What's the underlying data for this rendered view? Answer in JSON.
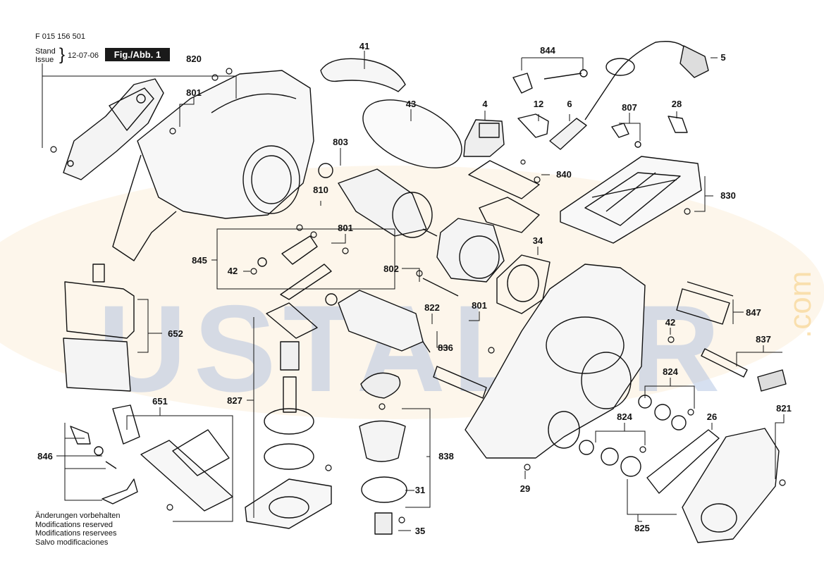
{
  "header": {
    "doc_number": "F 015 156 501",
    "stand_label": "Stand",
    "issue_label": "Issue",
    "date": "12-07-06",
    "figure_label": "Fig./Abb. 1"
  },
  "notes": [
    "Änderungen vorbehalten",
    "Modifications reserved",
    "Modifications reservees",
    "Salvo modificaciones"
  ],
  "watermark": {
    "text": "USTALAR",
    "side_text": ".com",
    "color": "#1e4fa8",
    "accent": "#f2b23a"
  },
  "callouts": [
    "820",
    "801",
    "41",
    "844",
    "5",
    "43",
    "4",
    "12",
    "6",
    "807",
    "28",
    "803",
    "840",
    "830",
    "810",
    "801",
    "34",
    "845",
    "42",
    "802",
    "801",
    "652",
    "822",
    "836",
    "847",
    "42",
    "837",
    "827",
    "651",
    "824",
    "824",
    "26",
    "821",
    "846",
    "838",
    "31",
    "29",
    "35",
    "825"
  ]
}
